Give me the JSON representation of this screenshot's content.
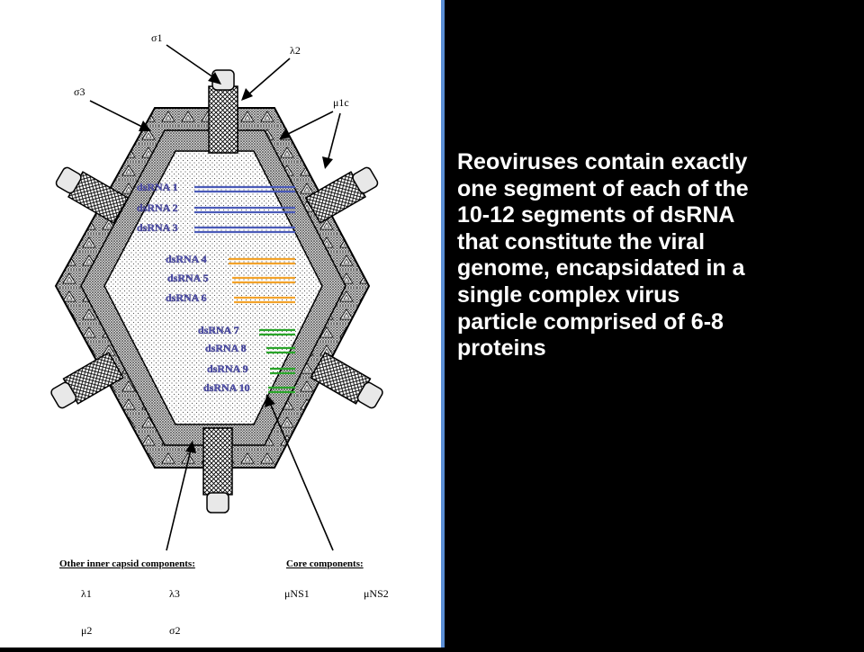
{
  "caption": "Reoviruses contain exactly one segment of each of the 10-12 segments of dsRNA that constitute the viral genome, encapsidated in a single complex virus particle comprised of 6-8 proteins",
  "diagram": {
    "callouts": {
      "sigma1": "σ1",
      "lambda2": "λ2",
      "sigma3": "σ3",
      "mu1c": "μ1c"
    },
    "segments": [
      {
        "label": "dsRNA 1",
        "color": "#4a5ab8"
      },
      {
        "label": "dsRNA 2",
        "color": "#4a5ab8"
      },
      {
        "label": "dsRNA 3",
        "color": "#4a5ab8"
      },
      {
        "label": "dsRNA 4",
        "color": "#f2a22a"
      },
      {
        "label": "dsRNA 5",
        "color": "#f2a22a"
      },
      {
        "label": "dsRNA 6",
        "color": "#f2a22a"
      },
      {
        "label": "dsRNA 7",
        "color": "#2aa52a"
      },
      {
        "label": "dsRNA 8",
        "color": "#2aa52a"
      },
      {
        "label": "dsRNA 9",
        "color": "#2aa52a"
      },
      {
        "label": "dsRNA 10",
        "color": "#2aa52a"
      }
    ],
    "other_inner_capsid": {
      "heading": "Other inner capsid components:",
      "items": [
        "λ1",
        "λ3",
        "μ2",
        "σ2"
      ]
    },
    "core": {
      "heading": "Core components:",
      "items": [
        "μNS1",
        "μNS2"
      ]
    }
  }
}
